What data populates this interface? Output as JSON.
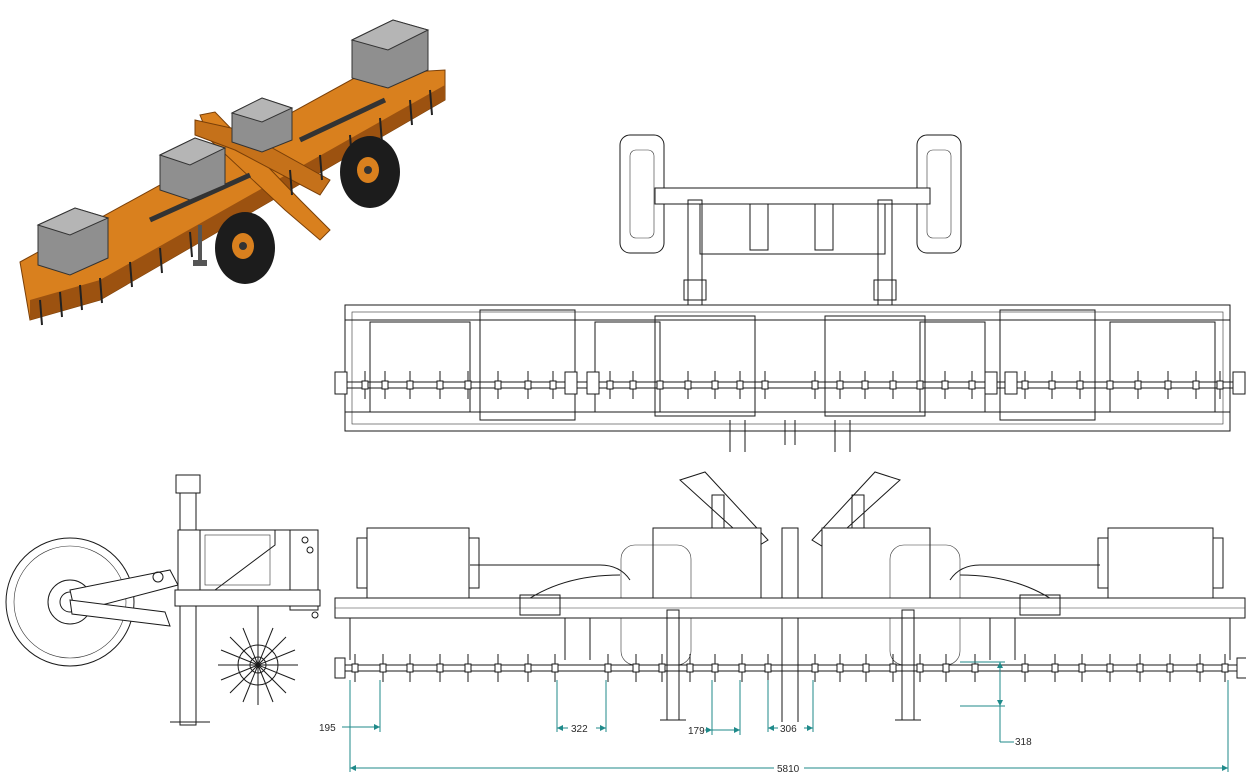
{
  "drawing": {
    "colors": {
      "frame_orange": "#d9801e",
      "frame_dark": "#9c5210",
      "box_gray": "#8f8f8f",
      "tire_black": "#1c1c1c",
      "line": "#1a1a1a",
      "dimension": "#1f8a8a"
    },
    "dimensions": {
      "d195": "195",
      "d322": "322",
      "d179": "179",
      "d306": "306",
      "d318": "318",
      "d5810": "5810"
    }
  }
}
